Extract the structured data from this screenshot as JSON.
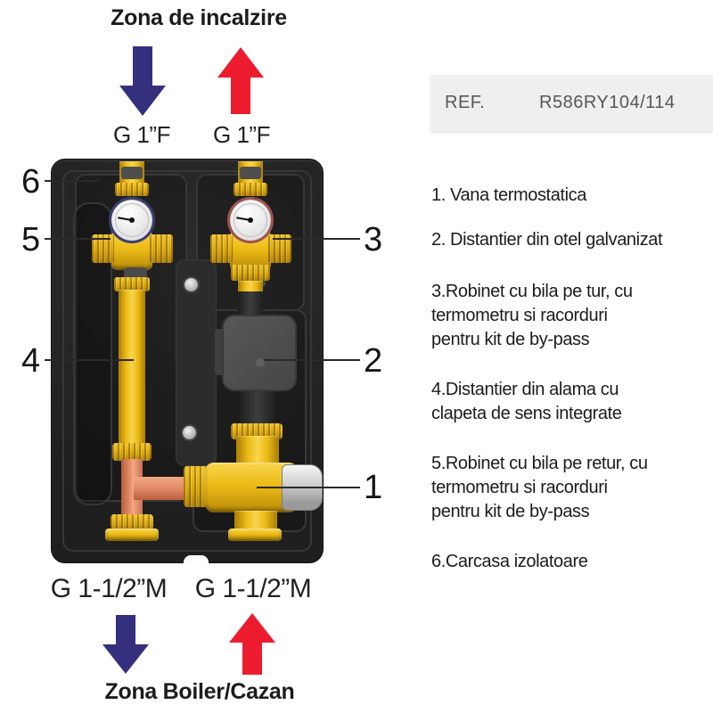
{
  "header": {
    "top_zone_label": "Zona de incalzire",
    "bottom_zone_label": "Zona Boiler/Cazan"
  },
  "ports": {
    "top_left": "G 1”F",
    "top_right": "G 1”F",
    "bottom_left": "G 1-1/2”M",
    "bottom_right": "G 1-1/2”M"
  },
  "ref_box": {
    "label": "REF.",
    "value": "R586RY104/114"
  },
  "parts_list": [
    "1. Vana termostatica",
    "2. Distantier din otel galvanizat",
    "3.Robinet cu bila pe tur, cu\ntermometru si racorduri\npentru kit de by-pass",
    "4.Distantier din alama cu\nclapeta de sens integrate",
    "5.Robinet cu bila pe retur, cu\ntermometru si racorduri\npentru kit de by-pass",
    "6.Carcasa izolatoare"
  ],
  "callouts": [
    "6",
    "5",
    "4",
    "3",
    "2",
    "1"
  ],
  "colors": {
    "flow_red": "#ec1c2e",
    "return_blue": "#34307e",
    "brass": "#eab711",
    "copper": "#e08663",
    "case_dark": "#262626",
    "ref_bg": "#efeff0"
  }
}
